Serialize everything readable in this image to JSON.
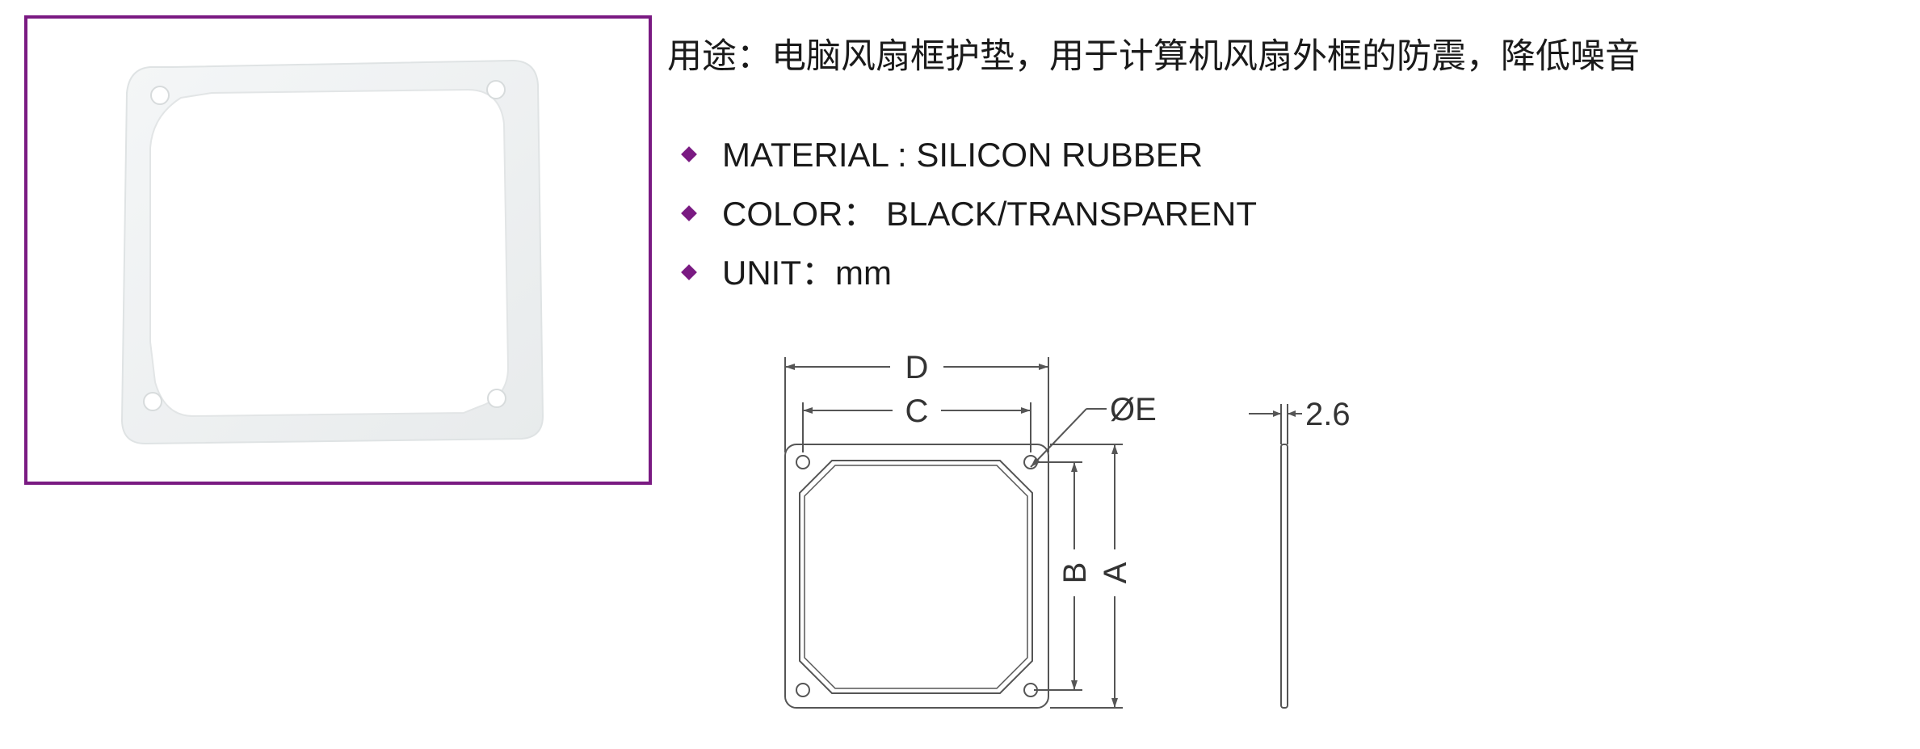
{
  "usage_text": "用途：电脑风扇框护垫，用于计算机风扇外框的防震，降低噪音",
  "specs": [
    {
      "text": "MATERIAL : SILICON RUBBER"
    },
    {
      "text": "COLOR： BLACK/TRANSPARENT"
    },
    {
      "text": "UNIT：mm"
    }
  ],
  "drawing": {
    "labels": {
      "D": "D",
      "C": "C",
      "E": "ØE",
      "B": "B",
      "A": "A",
      "thickness": "2.6"
    }
  },
  "colors": {
    "accent": "#7a1a82",
    "gasket": "#f1f3f4"
  }
}
